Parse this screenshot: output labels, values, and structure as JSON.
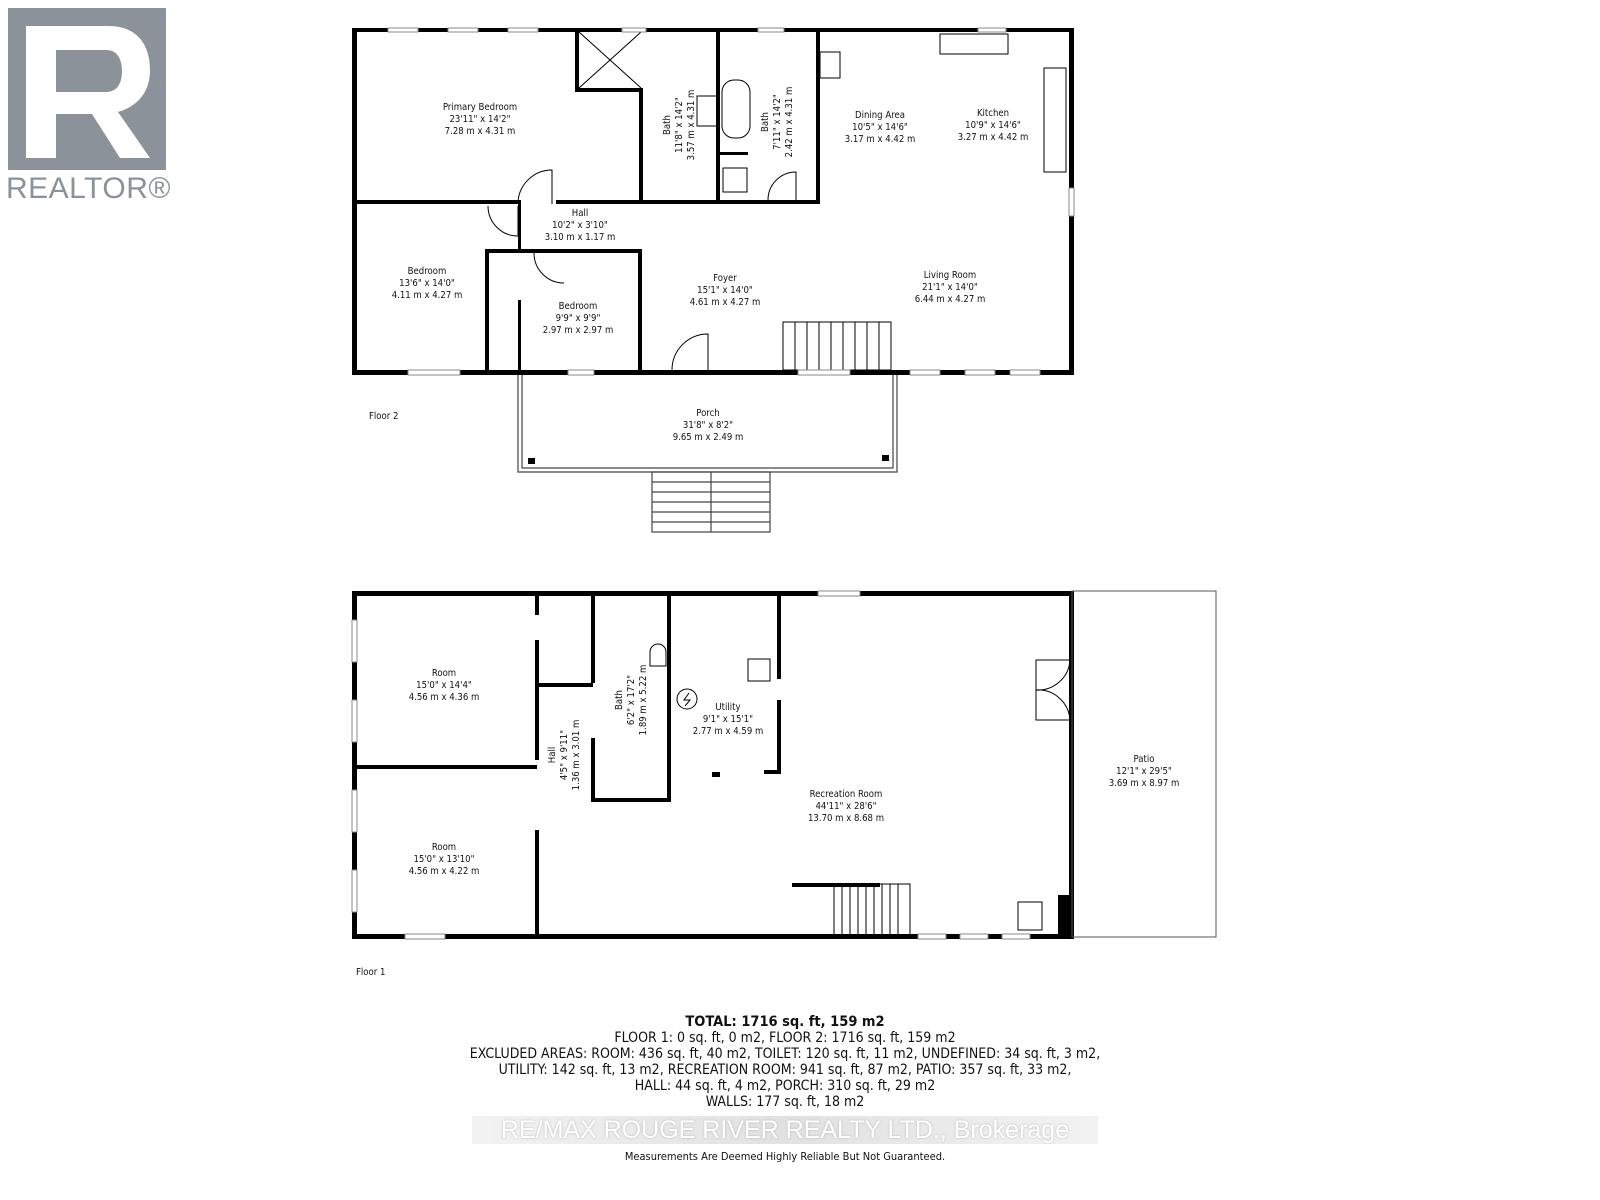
{
  "logo": {
    "brand": "REALTOR®",
    "color": "#8c9299"
  },
  "floor2": {
    "label": "Floor 2",
    "rooms": [
      {
        "name": "Primary Bedroom",
        "imperial": "23'11\" x 14'2\"",
        "metric": "7.28 m x 4.31 m"
      },
      {
        "name": "Bath",
        "imperial": "11'8\" x 14'2\"",
        "metric": "3.57 m x 4.31 m"
      },
      {
        "name": "Bath",
        "imperial": "7'11\" x 14'2\"",
        "metric": "2.42 m x 4.31 m"
      },
      {
        "name": "Dining Area",
        "imperial": "10'5\" x 14'6\"",
        "metric": "3.17 m x 4.42 m"
      },
      {
        "name": "Kitchen",
        "imperial": "10'9\" x 14'6\"",
        "metric": "3.27 m x 4.42 m"
      },
      {
        "name": "Hall",
        "imperial": "10'2\" x 3'10\"",
        "metric": "3.10 m x 1.17 m"
      },
      {
        "name": "Bedroom",
        "imperial": "13'6\" x 14'0\"",
        "metric": "4.11 m x 4.27 m"
      },
      {
        "name": "Bedroom",
        "imperial": "9'9\" x 9'9\"",
        "metric": "2.97 m x 2.97 m"
      },
      {
        "name": "Foyer",
        "imperial": "15'1\" x 14'0\"",
        "metric": "4.61 m x 4.27 m"
      },
      {
        "name": "Living Room",
        "imperial": "21'1\" x 14'0\"",
        "metric": "6.44 m x 4.27 m"
      },
      {
        "name": "Porch",
        "imperial": "31'8\" x 8'2\"",
        "metric": "9.65 m x 2.49 m"
      }
    ]
  },
  "floor1": {
    "label": "Floor 1",
    "rooms": [
      {
        "name": "Room",
        "imperial": "15'0\" x 14'4\"",
        "metric": "4.56 m x 4.36 m"
      },
      {
        "name": "Room",
        "imperial": "15'0\" x 13'10\"",
        "metric": "4.56 m x 4.22 m"
      },
      {
        "name": "Hall",
        "imperial": "4'5\" x 9'11\"",
        "metric": "1.36 m x 3.01 m"
      },
      {
        "name": "Bath",
        "imperial": "6'2\" x 17'2\"",
        "metric": "1.89 m x 5.22 m"
      },
      {
        "name": "Utility",
        "imperial": "9'1\" x 15'1\"",
        "metric": "2.77 m x 4.59 m"
      },
      {
        "name": "Recreation Room",
        "imperial": "44'11\" x 28'6\"",
        "metric": "13.70 m x 8.68 m"
      },
      {
        "name": "Patio",
        "imperial": "12'1\" x 29'5\"",
        "metric": "3.69 m x 8.97 m"
      }
    ]
  },
  "summary": {
    "total": "TOTAL: 1716 sq. ft, 159 m2",
    "lines": [
      "FLOOR 1: 0 sq. ft, 0 m2, FLOOR 2: 1716 sq. ft, 159 m2",
      "EXCLUDED AREAS: ROOM: 436 sq. ft, 40 m2, TOILET: 120 sq. ft, 11 m2, UNDEFINED: 34 sq. ft, 3 m2,",
      "UTILITY: 142 sq. ft, 13 m2, RECREATION ROOM: 941 sq. ft, 87 m2, PATIO: 357 sq. ft, 33 m2,",
      "HALL: 44 sq. ft, 4 m2, PORCH: 310 sq. ft, 29 m2",
      "WALLS: 177 sq. ft, 18 m2"
    ],
    "disclaimer": "Measurements Are Deemed Highly Reliable But Not Guaranteed."
  },
  "watermark": "RE/MAX ROUGE RIVER REALTY LTD., Brokerage"
}
